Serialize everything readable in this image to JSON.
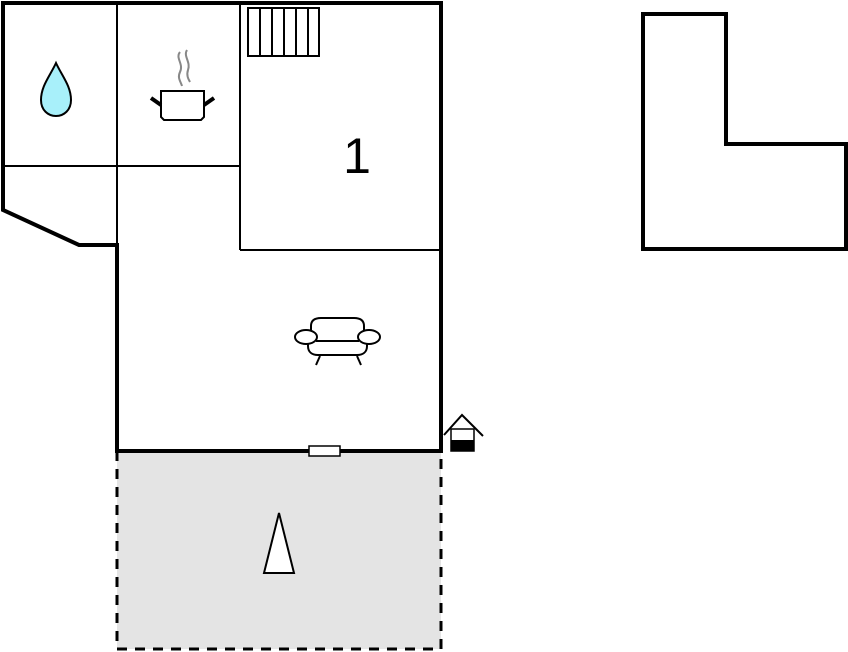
{
  "floor_plan": {
    "type": "floor plan",
    "rooms": [
      {
        "id": "bathroom",
        "icon": "water-drop-icon",
        "label": ""
      },
      {
        "id": "kitchen",
        "icon": "cooking-pot-icon",
        "label": ""
      },
      {
        "id": "bedroom",
        "icon": "staircase-icon",
        "label": "1"
      },
      {
        "id": "hall",
        "icon": "",
        "label": ""
      },
      {
        "id": "living-room",
        "icon": "sofa-icon",
        "label": ""
      },
      {
        "id": "terrace",
        "icon": "tent-icon",
        "label": ""
      }
    ],
    "bedroom_number": "1",
    "exterior_icons": [
      "entrance-house-icon"
    ],
    "compass_shape": "L-shaped building outline",
    "colors": {
      "wall": "#000000",
      "water_drop": "#a8f0fa",
      "steam": "#888888",
      "terrace_fill": "#e4e4e4",
      "background": "#ffffff"
    }
  }
}
